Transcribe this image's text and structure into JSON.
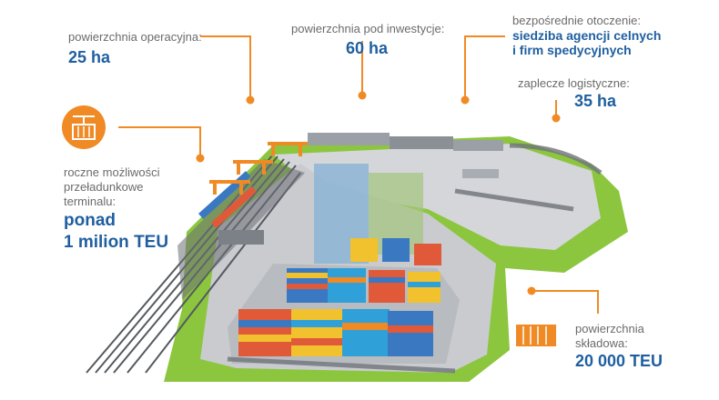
{
  "stats": {
    "operational_area": {
      "label": "powierzchnia operacyjna:",
      "value": "25 ha"
    },
    "investment_area": {
      "label": "powierzchnia pod inwestycje:",
      "value": "60 ha"
    },
    "surroundings": {
      "label": "bezpośrednie otoczenie:",
      "value_line1": "siedziba agencji celnych",
      "value_line2": "i firm spedycyjnych"
    },
    "logistics": {
      "label": "zaplecze logistyczne:",
      "value": "35 ha"
    },
    "capacity": {
      "label_line1": "roczne możliwości",
      "label_line2": "przeładunkowe",
      "label_line3": "terminalu:",
      "value_line1": "ponad",
      "value_line2": "1 milion TEU"
    },
    "storage": {
      "label_line1": "powierzchnia",
      "label_line2": "składowa:",
      "value": "20 000 TEU"
    }
  },
  "icons": {
    "crane": "crane-container-icon",
    "container": "shipping-container-icon"
  },
  "colors": {
    "accent": "#f08a24",
    "value_text": "#1f5fa0",
    "label_text": "#6b6b6b",
    "grass": "#8cc63f",
    "pavement": "#c9cbcf",
    "rail": "#555a60"
  }
}
